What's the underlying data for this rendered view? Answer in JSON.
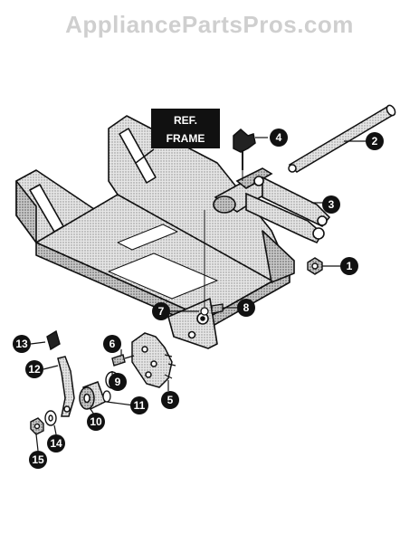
{
  "watermark": "AppliancePartsPros.com",
  "ref_label": {
    "line1": "REF.",
    "line2": "FRAME"
  },
  "callouts": [
    "1",
    "2",
    "3",
    "4",
    "5",
    "6",
    "7",
    "8",
    "9",
    "10",
    "11",
    "12",
    "13",
    "14",
    "15"
  ],
  "colors": {
    "ink": "#111111",
    "paper": "#ffffff",
    "shade": "#9a9a9a",
    "light": "#d8d8d8",
    "watermark": "#cfcfcf"
  }
}
